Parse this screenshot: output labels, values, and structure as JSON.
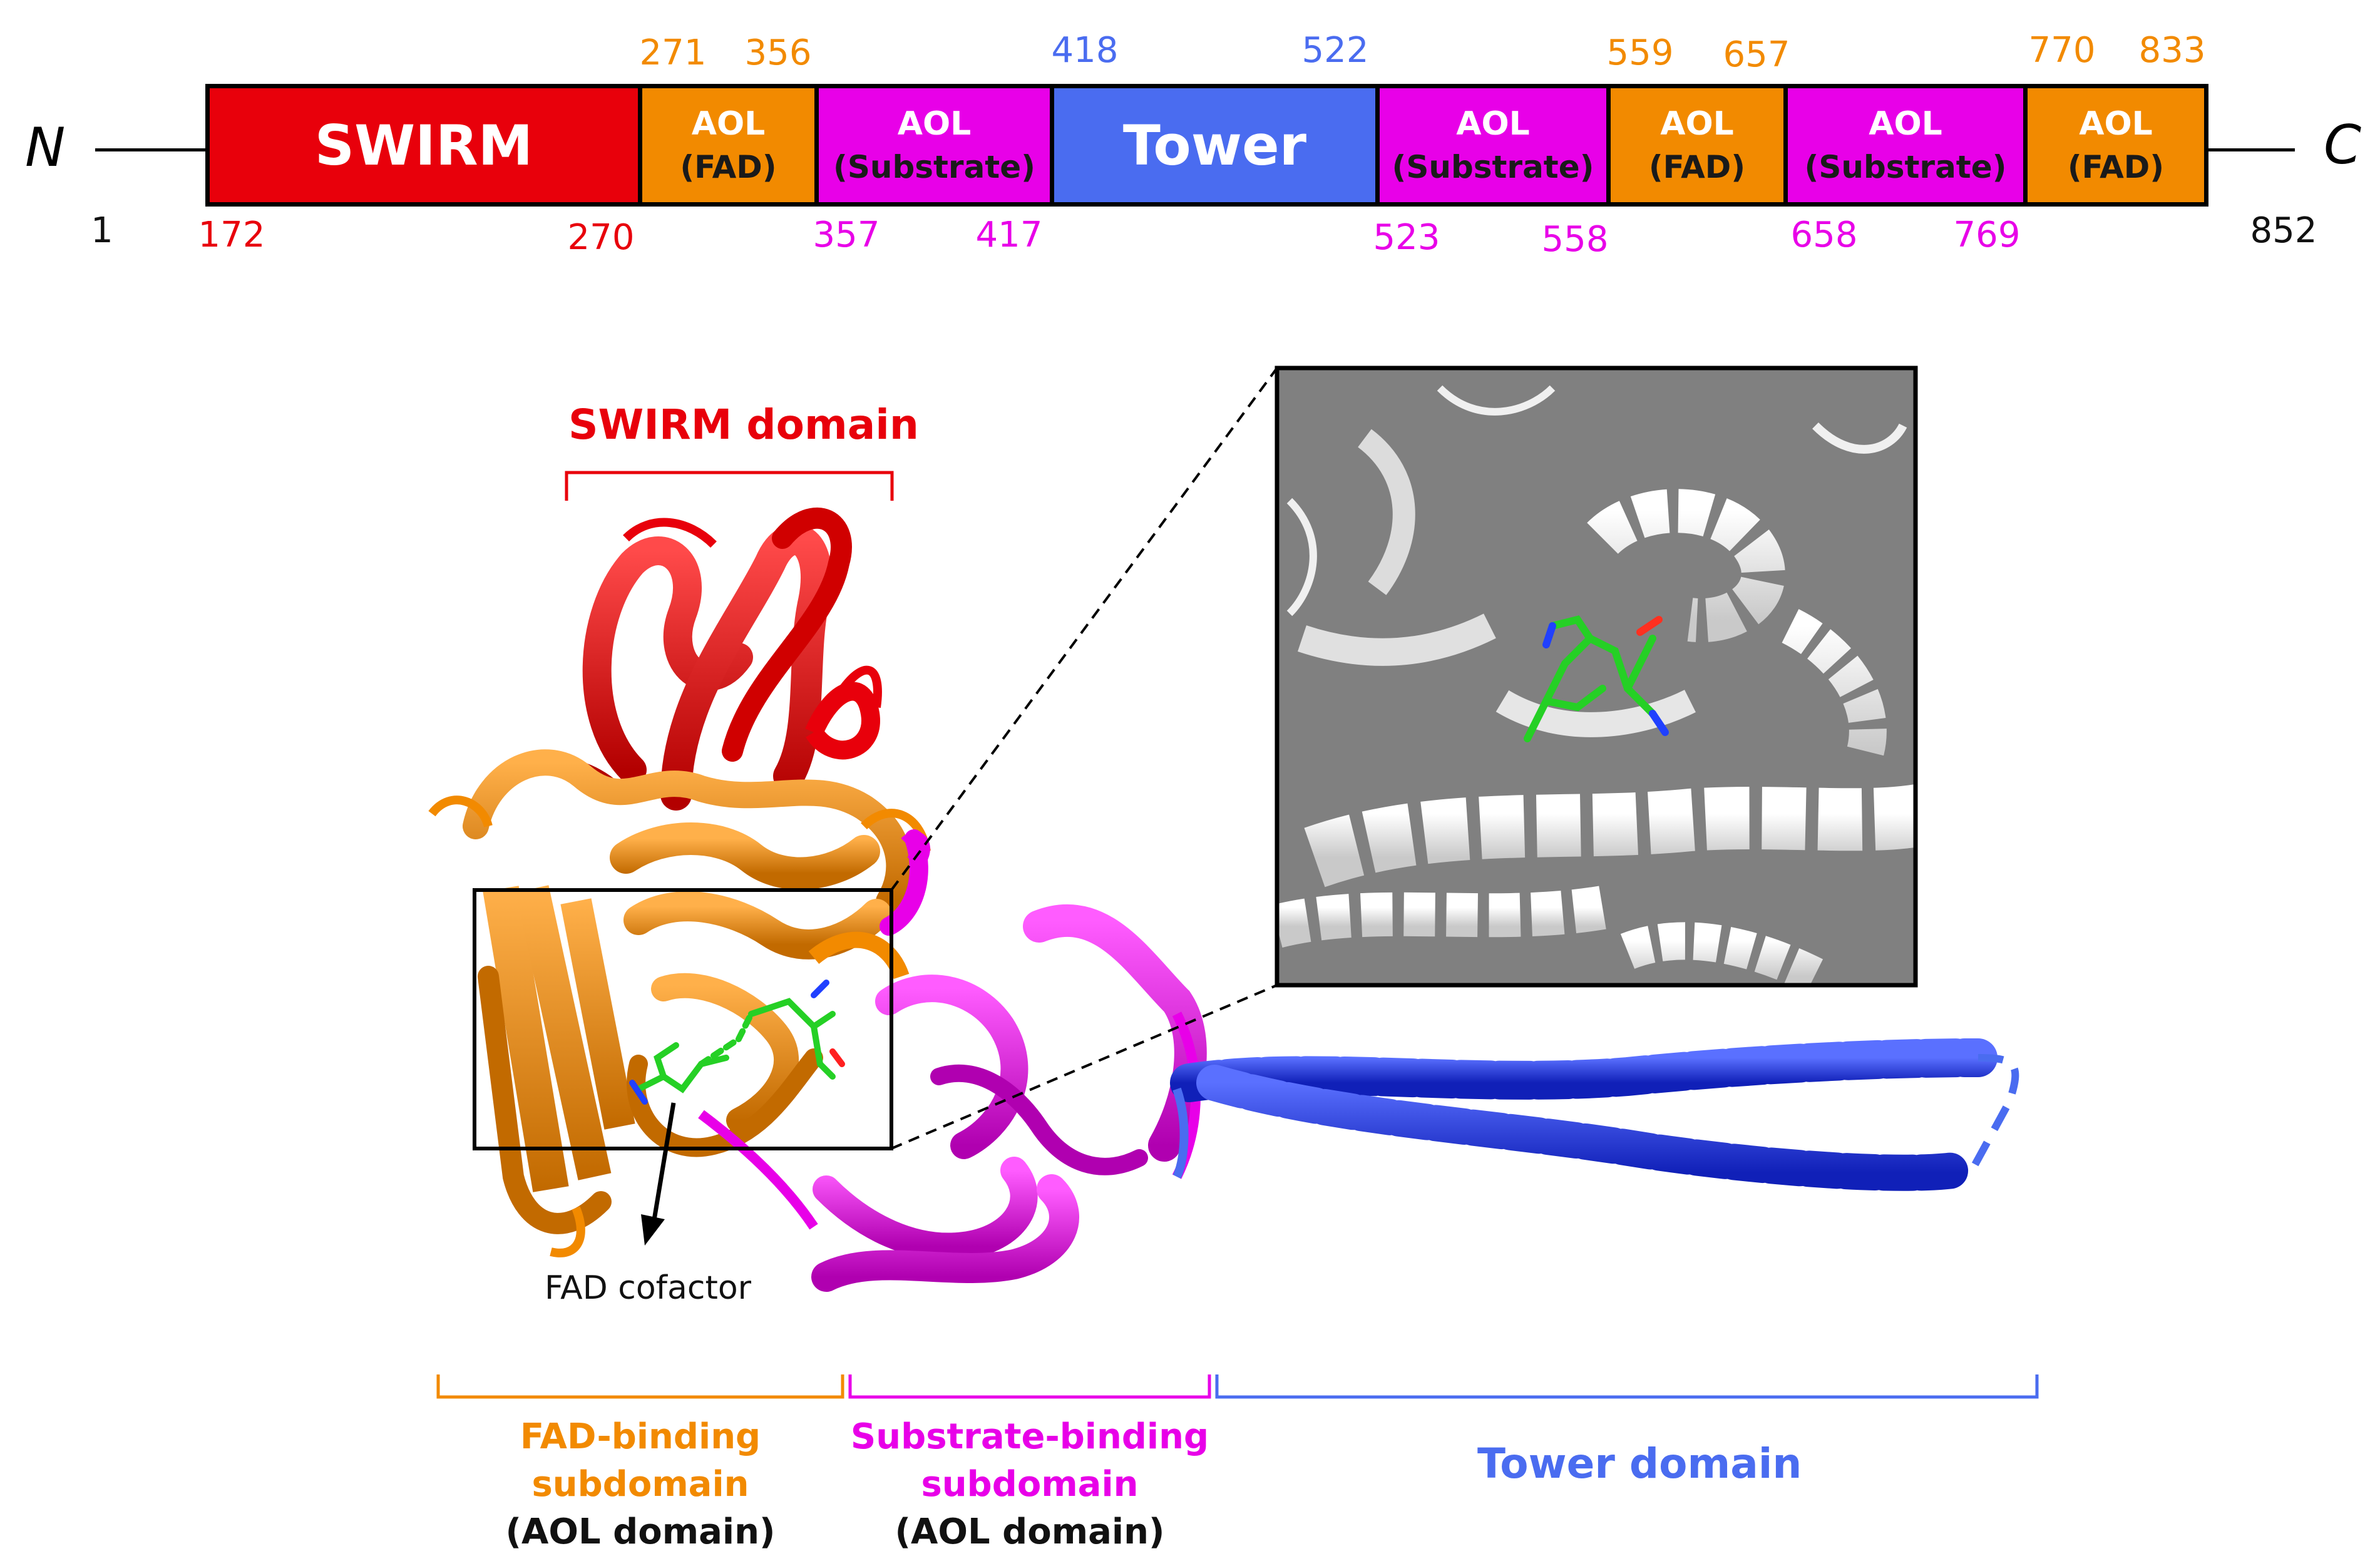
{
  "colors": {
    "swirm": "#e8000b",
    "fad": "#f28a00",
    "substrate": "#e800e8",
    "tower": "#4a6cf0",
    "tower_dark": "#1f2fd6",
    "inset_bg": "#808080",
    "ligand": "#25d025"
  },
  "terminus": {
    "n": "N",
    "c": "C"
  },
  "domain_bar": {
    "domains": [
      {
        "line1": "SWIRM",
        "line2": "",
        "kind": "swirm"
      },
      {
        "line1": "AOL",
        "line2": "(FAD)",
        "kind": "fad"
      },
      {
        "line1": "AOL",
        "line2": "(Substrate)",
        "kind": "substrate"
      },
      {
        "line1": "Tower",
        "line2": "",
        "kind": "tower"
      },
      {
        "line1": "AOL",
        "line2": "(Substrate)",
        "kind": "substrate"
      },
      {
        "line1": "AOL",
        "line2": "(FAD)",
        "kind": "fad"
      },
      {
        "line1": "AOL",
        "line2": "(Substrate)",
        "kind": "substrate"
      },
      {
        "line1": "AOL",
        "line2": "(FAD)",
        "kind": "fad"
      }
    ],
    "top_numbers": [
      {
        "text": "271",
        "kind": "fad"
      },
      {
        "text": "356",
        "kind": "fad"
      },
      {
        "text": "418",
        "kind": "tower"
      },
      {
        "text": "522",
        "kind": "tower"
      },
      {
        "text": "559",
        "kind": "fad"
      },
      {
        "text": "657",
        "kind": "fad"
      },
      {
        "text": "770",
        "kind": "fad"
      },
      {
        "text": "833",
        "kind": "fad"
      }
    ],
    "bottom_numbers": [
      {
        "text": "1",
        "kind": "black"
      },
      {
        "text": "172",
        "kind": "swirm"
      },
      {
        "text": "270",
        "kind": "swirm"
      },
      {
        "text": "357",
        "kind": "substrate"
      },
      {
        "text": "417",
        "kind": "substrate"
      },
      {
        "text": "523",
        "kind": "substrate"
      },
      {
        "text": "558",
        "kind": "substrate"
      },
      {
        "text": "658",
        "kind": "substrate"
      },
      {
        "text": "769",
        "kind": "substrate"
      },
      {
        "text": "852",
        "kind": "black"
      }
    ]
  },
  "structure": {
    "swirm_label": "SWIRM domain",
    "fad_cofactor_label": "FAD cofactor",
    "fad_subdomain": {
      "line1": "FAD-binding",
      "line2": "subdomain",
      "line3": "(AOL domain)"
    },
    "substrate_subdomain": {
      "line1": "Substrate-binding",
      "line2": "subdomain",
      "line3": "(AOL domain)"
    },
    "tower_label": "Tower domain"
  }
}
